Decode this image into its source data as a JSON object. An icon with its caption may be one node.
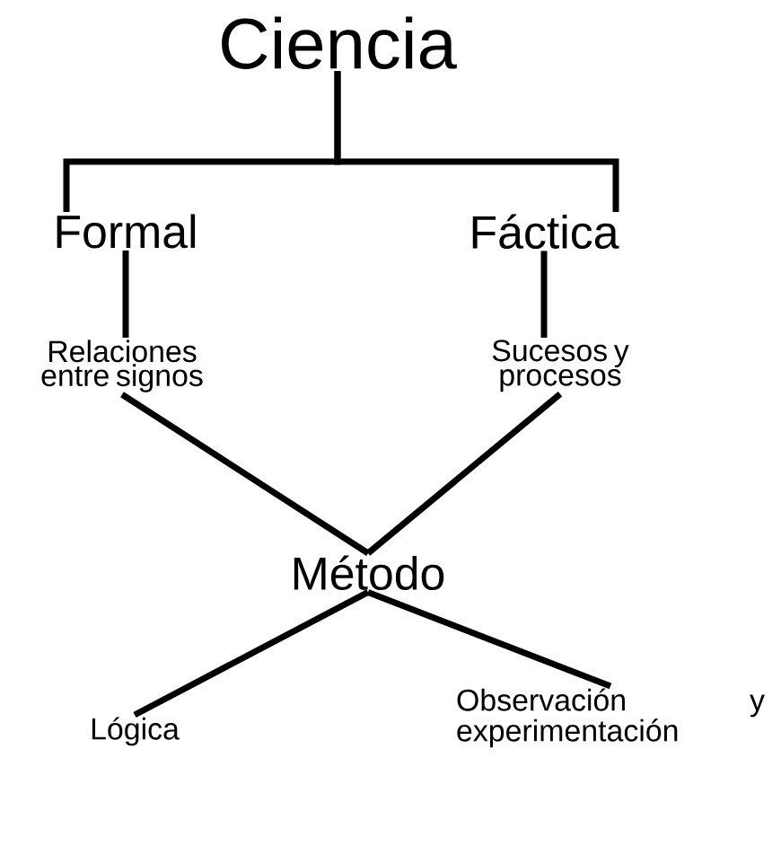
{
  "diagram": {
    "nodes": [
      {
        "text": [
          "Ciencia"
        ]
      },
      {
        "text": [
          "Formal"
        ]
      },
      {
        "text": [
          "Fáctica"
        ]
      },
      {
        "text": [
          "Relaciones entre signos"
        ]
      },
      {
        "text": [
          "Sucesos y procesos"
        ]
      },
      {
        "text": [
          "Método"
        ]
      },
      {
        "text": [
          "Lógica"
        ]
      },
      {
        "text": [
          "Observación y experimentación"
        ]
      }
    ],
    "edges": [
      {
        "from": 0,
        "to": 1,
        "arrow": "none"
      },
      {
        "from": 0,
        "to": 2,
        "arrow": "none"
      },
      {
        "from": 1,
        "to": 3,
        "arrow": "none"
      },
      {
        "from": 2,
        "to": 4,
        "arrow": "none"
      },
      {
        "from": 3,
        "to": 5,
        "arrow": "none"
      },
      {
        "from": 4,
        "to": 5,
        "arrow": "none"
      },
      {
        "from": 5,
        "to": 6,
        "arrow": "none"
      },
      {
        "from": 5,
        "to": 7,
        "arrow": "none"
      }
    ]
  }
}
